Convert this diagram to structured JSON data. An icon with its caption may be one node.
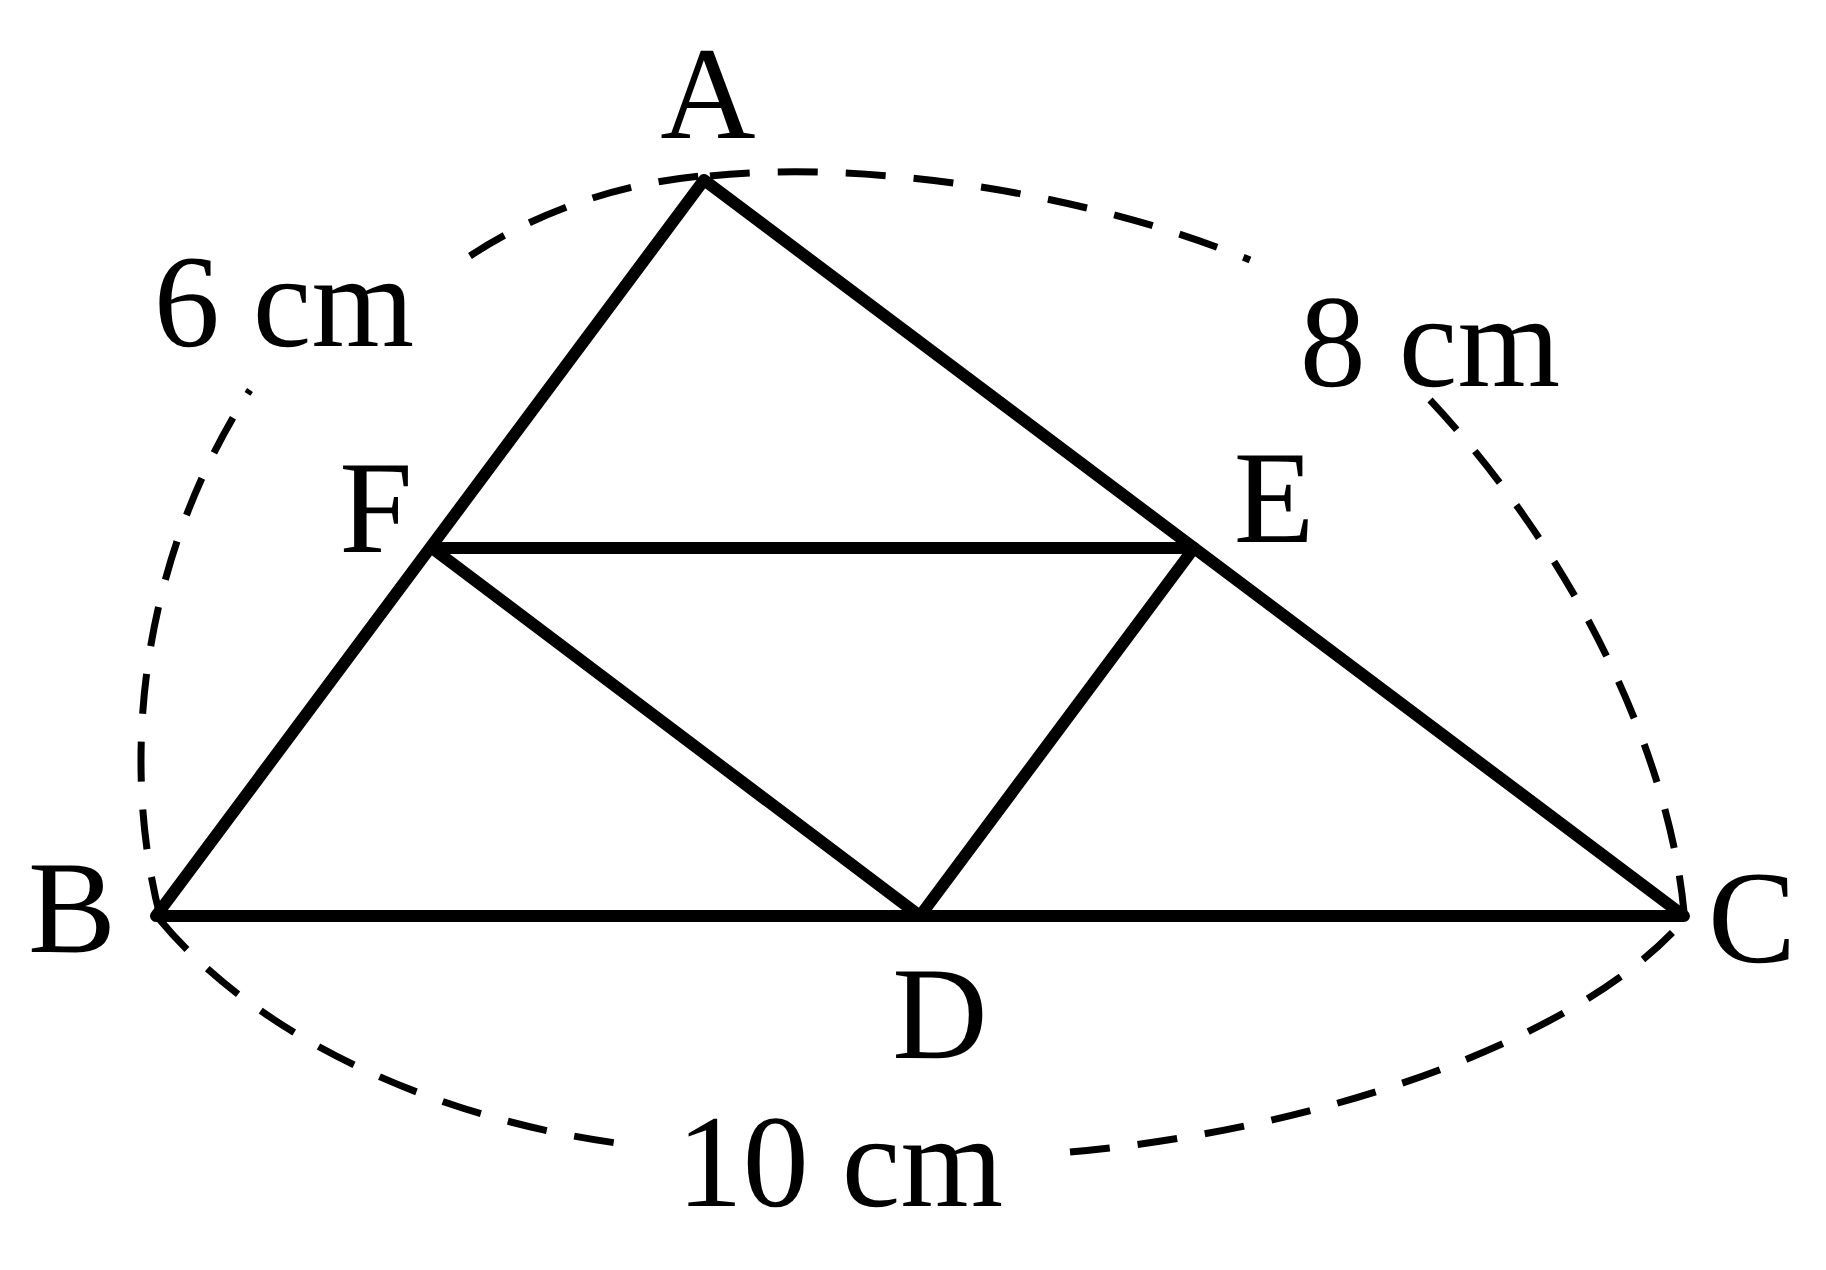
{
  "diagram": {
    "labels": [
      "A",
      "6 cm",
      "8 cm",
      "F",
      "E",
      "B",
      "D",
      "C",
      "10 cm"
    ]
  }
}
